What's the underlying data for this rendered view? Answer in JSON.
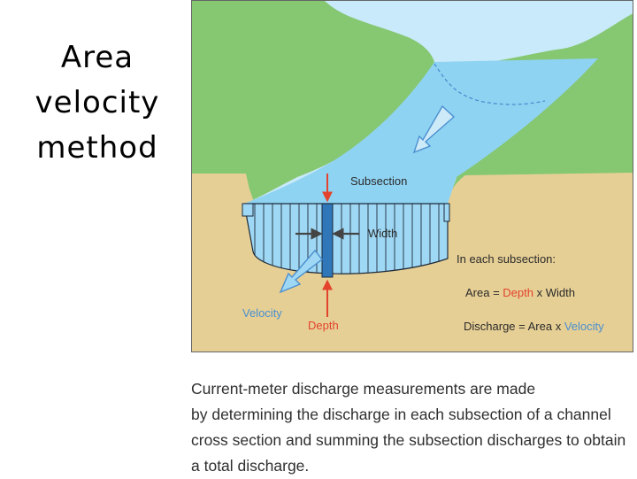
{
  "slide": {
    "title_lines": [
      "Area",
      "velocity",
      "method"
    ]
  },
  "diagram": {
    "label_subsection": "Subsection",
    "label_width": "Width",
    "label_velocity": "Velocity",
    "label_depth": "Depth",
    "formula_heading": "In each subsection:",
    "area_formula": {
      "lhs": "Area = ",
      "term1": "Depth",
      "op": " x ",
      "term2": "Width"
    },
    "discharge_formula": {
      "lhs": "Discharge = ",
      "term1": "Area",
      "op": " x ",
      "term2": "Velocity"
    },
    "colors": {
      "sky": "#c8eafb",
      "hill": "#86c772",
      "soil": "#e6cf95",
      "water": "#8fd3f2",
      "water_deep": "#9fd8f4",
      "subsection": "#2f77b8",
      "red_accent": "#e3432c",
      "blue_accent": "#4a8fcf"
    }
  },
  "caption": {
    "lines": [
      "Current-meter discharge measurements are made",
      "by determining the discharge in each subsection of a channel",
      "cross section and summing the subsection discharges to obtain",
      "a total discharge."
    ]
  }
}
